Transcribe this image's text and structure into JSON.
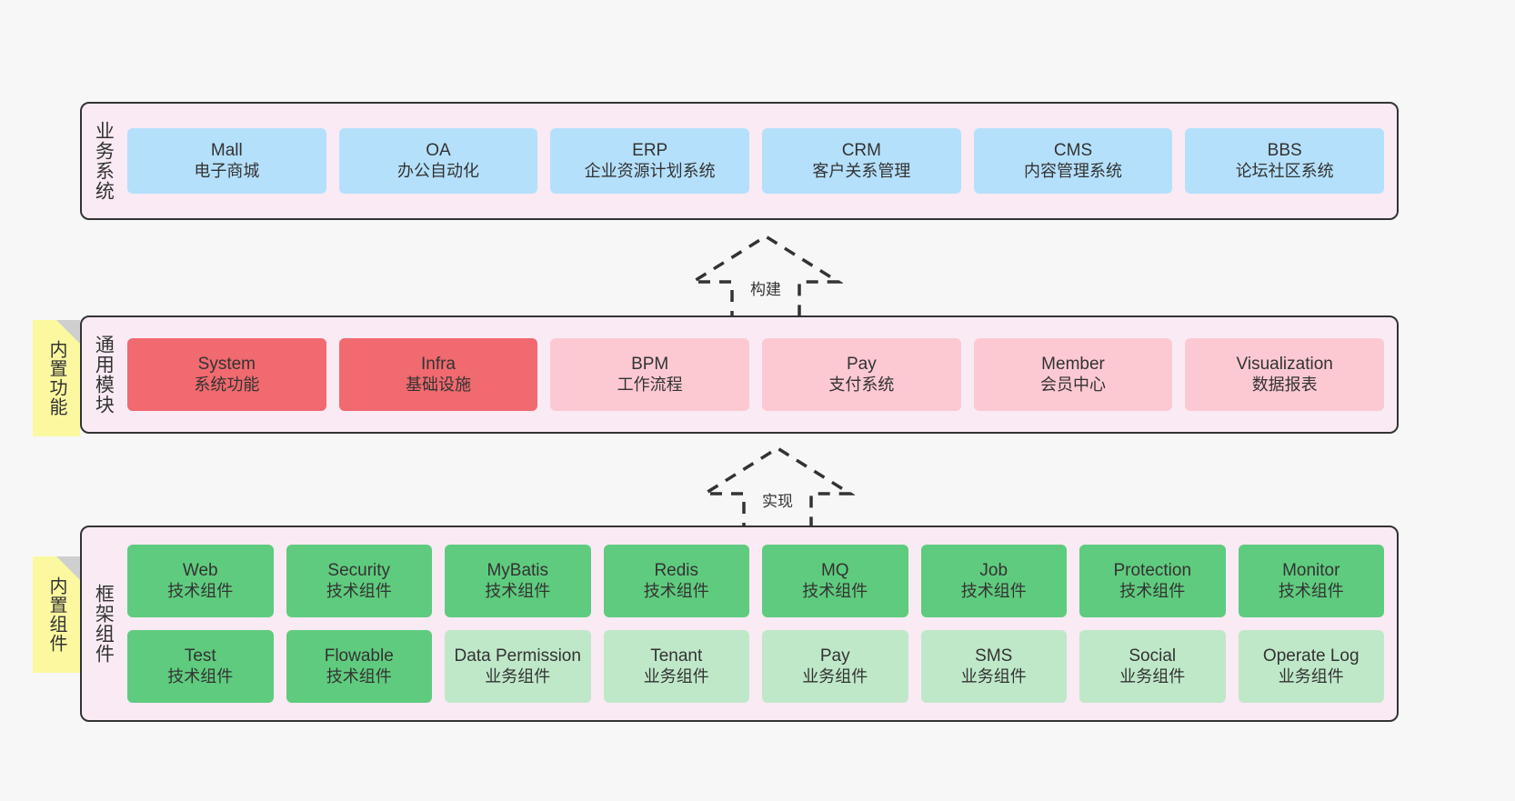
{
  "diagram": {
    "title": "",
    "colors": {
      "canvas_bg": "#f7f7f7",
      "layer_bg": "#f9eaf4",
      "layer_border": "#333333",
      "business_card": "#b5e0fb",
      "module_core": "#f06a6f",
      "module_other": "#fcc9d3",
      "tech_component": "#5fcb7e",
      "business_component": "#bfe8c9",
      "sticky_note": "#fbf8a0",
      "sticky_fold": "#cfcfcf",
      "arrow_stroke": "#333333"
    }
  },
  "layers": [
    {
      "id": "business",
      "title": "业务系统",
      "rows": [
        [
          {
            "en": "Mall",
            "cn": "电子商城",
            "style": "blue"
          },
          {
            "en": "OA",
            "cn": "办公自动化",
            "style": "blue"
          },
          {
            "en": "ERP",
            "cn": "企业资源计划系统",
            "style": "blue"
          },
          {
            "en": "CRM",
            "cn": "客户关系管理",
            "style": "blue"
          },
          {
            "en": "CMS",
            "cn": "内容管理系统",
            "style": "blue"
          },
          {
            "en": "BBS",
            "cn": "论坛社区系统",
            "style": "blue"
          }
        ]
      ]
    },
    {
      "id": "modules",
      "title": "通用模块",
      "rows": [
        [
          {
            "en": "System",
            "cn": "系统功能",
            "style": "red"
          },
          {
            "en": "Infra",
            "cn": "基础设施",
            "style": "red"
          },
          {
            "en": "BPM",
            "cn": "工作流程",
            "style": "pink"
          },
          {
            "en": "Pay",
            "cn": "支付系统",
            "style": "pink"
          },
          {
            "en": "Member",
            "cn": "会员中心",
            "style": "pink"
          },
          {
            "en": "Visualization",
            "cn": "数据报表",
            "style": "pink"
          }
        ]
      ]
    },
    {
      "id": "framework",
      "title": "框架组件",
      "rows": [
        [
          {
            "en": "Web",
            "cn": "技术组件",
            "style": "green"
          },
          {
            "en": "Security",
            "cn": "技术组件",
            "style": "green"
          },
          {
            "en": "MyBatis",
            "cn": "技术组件",
            "style": "green"
          },
          {
            "en": "Redis",
            "cn": "技术组件",
            "style": "green"
          },
          {
            "en": "MQ",
            "cn": "技术组件",
            "style": "green"
          },
          {
            "en": "Job",
            "cn": "技术组件",
            "style": "green"
          },
          {
            "en": "Protection",
            "cn": "技术组件",
            "style": "green"
          },
          {
            "en": "Monitor",
            "cn": "技术组件",
            "style": "green"
          }
        ],
        [
          {
            "en": "Test",
            "cn": "技术组件",
            "style": "green"
          },
          {
            "en": "Flowable",
            "cn": "技术组件",
            "style": "green"
          },
          {
            "en": "Data Permission",
            "cn": "业务组件",
            "style": "lightgreen"
          },
          {
            "en": "Tenant",
            "cn": "业务组件",
            "style": "lightgreen"
          },
          {
            "en": "Pay",
            "cn": "业务组件",
            "style": "lightgreen"
          },
          {
            "en": "SMS",
            "cn": "业务组件",
            "style": "lightgreen"
          },
          {
            "en": "Social",
            "cn": "业务组件",
            "style": "lightgreen"
          },
          {
            "en": "Operate Log",
            "cn": "业务组件",
            "style": "lightgreen"
          }
        ]
      ]
    }
  ],
  "sticky_notes": [
    {
      "id": "modules",
      "label": "内置功能"
    },
    {
      "id": "framework",
      "label": "内置组件"
    }
  ],
  "arrows": [
    {
      "id": "build",
      "label": "构建",
      "direction": "up",
      "style": "dashed-hollow"
    },
    {
      "id": "implement",
      "label": "实现",
      "direction": "up",
      "style": "dashed-hollow"
    }
  ]
}
